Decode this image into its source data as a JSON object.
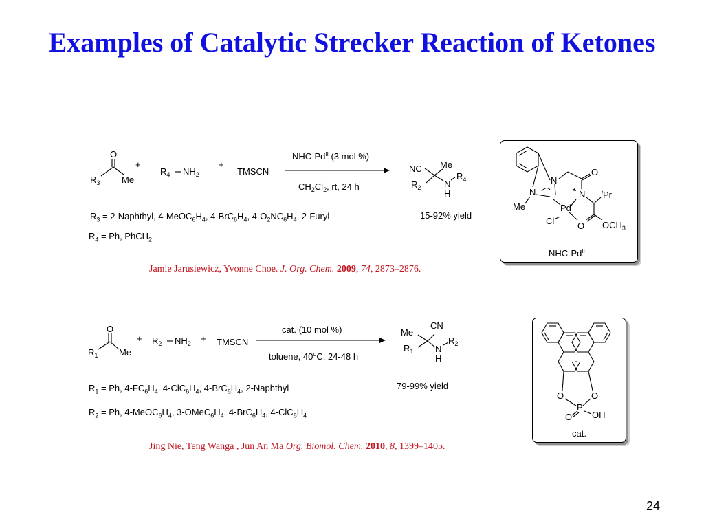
{
  "slide": {
    "title": "Examples of Catalytic Strecker Reaction of Ketones",
    "page_number": "24"
  },
  "reaction1": {
    "plus": "+",
    "amine_R": "R",
    "amine_R_sub": "4",
    "amine_tail": "NH",
    "amine_tail_sub": "2",
    "reagent": "TMSCN",
    "arrow_above": "NHC-Pd",
    "arrow_above_sup": "II",
    "arrow_above_tail": " (3 mol %)",
    "arrow_below_a": "CH",
    "arrow_below_sub1": "2",
    "arrow_below_b": "Cl",
    "arrow_below_sub2": "2",
    "arrow_below_c": ", rt, 24 h",
    "yield": "15-92% yield",
    "r3_line": "R3 = 2-Naphthyl, 4-MeOC6H4, 4-BrC6H4, 4-O2NC6H4, 2-Furyl",
    "r4_line": "R4 = Ph, PhCH2",
    "citation_authors": "Jamie Jarusiewicz, Yvonne Choe.  ",
    "citation_journal": "J. Org. Chem.",
    "citation_year": "2009",
    "citation_volume": "74",
    "citation_pages": ", 2873–2876.",
    "catalyst_label": "NHC-Pd",
    "catalyst_label_sup": "II"
  },
  "reaction2": {
    "plus": "+",
    "amine_R": "R",
    "amine_R_sub": "2",
    "amine_tail": "NH",
    "amine_tail_sub": "2",
    "reagent": "TMSCN",
    "arrow_above": "cat. (10 mol %)",
    "arrow_below_a": "toluene, 40",
    "arrow_below_sup": "o",
    "arrow_below_b": "C, 24-48 h",
    "yield": "79-99% yield",
    "r1_line": "R1 = Ph, 4-FC6H4, 4-ClC6H4, 4-BrC6H4, 2-Naphthyl",
    "r2_line": "R2 = Ph, 4-MeOC6H4, 3-OMeC6H4, 4-BrC6H4, 4-ClC6H4",
    "citation_authors": "Jing Nie, Teng Wanga , Jun An Ma ",
    "citation_journal": "Org. Biomol. Chem.",
    "citation_year": "2010",
    "citation_volume": "8",
    "citation_pages": ", 1399–1405.",
    "catalyst_label": "cat."
  },
  "atoms": {
    "O": "O",
    "Me": "Me",
    "R": "R",
    "NC": "NC",
    "CN": "CN",
    "N": "N",
    "H": "H",
    "Pd": "Pd",
    "Cl": "Cl",
    "P": "P",
    "OH": "OH",
    "OCH": "OCH",
    "Pr": "Pr",
    "i": "i",
    "s1": "1",
    "s2": "2",
    "s3": "3",
    "s4": "4"
  },
  "colors": {
    "title": "#1010e0",
    "citation": "#c0141e"
  }
}
